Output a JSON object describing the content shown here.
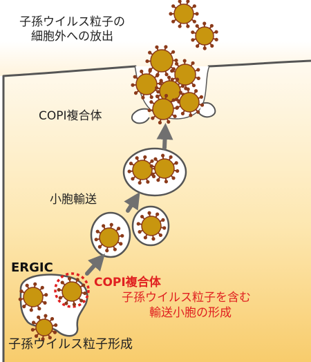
{
  "labels": {
    "release_line1": "子孫ウイルス粒子の",
    "release_line2": "細胞外への放出",
    "copi_left": "COPI複合体",
    "vesicle_transport": "小胞輸送",
    "ergic": "ERGIC",
    "copi_red_title": "COPI複合体",
    "copi_red_line1": "子孫ウイルス粒子を含む",
    "copi_red_line2": "輸送小胞の形成",
    "formation": "子孫ウイルス粒子形成"
  },
  "colors": {
    "cytoplasm_top": "#fff6e4",
    "cytoplasm_bottom": "#f9cf73",
    "membrane": "#555555",
    "virus_core": "#c8960f",
    "virus_spike": "#8b3a1a",
    "arrow": "#707070",
    "copi_red": "#e02020"
  }
}
